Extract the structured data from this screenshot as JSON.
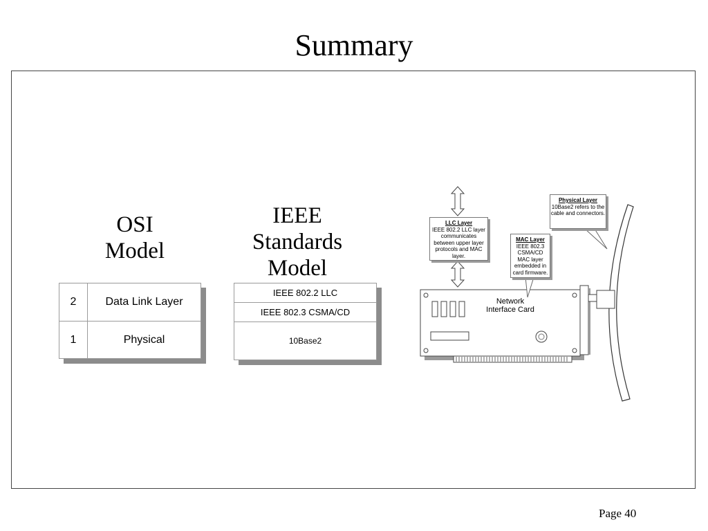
{
  "title": "Summary",
  "osi": {
    "heading_line1": "OSI",
    "heading_line2": "Model",
    "rows": [
      {
        "num": "2",
        "name": "Data Link Layer"
      },
      {
        "num": "1",
        "name": "Physical"
      }
    ]
  },
  "ieee": {
    "heading_line1": "IEEE",
    "heading_line2": "Standards",
    "heading_line3": "Model",
    "rows": [
      "IEEE 802.2 LLC",
      "IEEE 802.3 CSMA/CD",
      "10Base2"
    ]
  },
  "callouts": {
    "llc": {
      "title": "LLC Layer",
      "body": "IEEE 802.2 LLC layer communicates between  upper layer protocols and MAC layer."
    },
    "mac": {
      "title": "MAC Layer",
      "body": "IEEE 802.3 CSMA/CD MAC layer embedded in card firmware."
    },
    "physical": {
      "title": "Physical Layer",
      "body": "10Base2 refers to the cable and connectors."
    }
  },
  "nic": {
    "line1": "Network",
    "line2": "Interface Card"
  },
  "footer": {
    "page": "Page 40"
  }
}
